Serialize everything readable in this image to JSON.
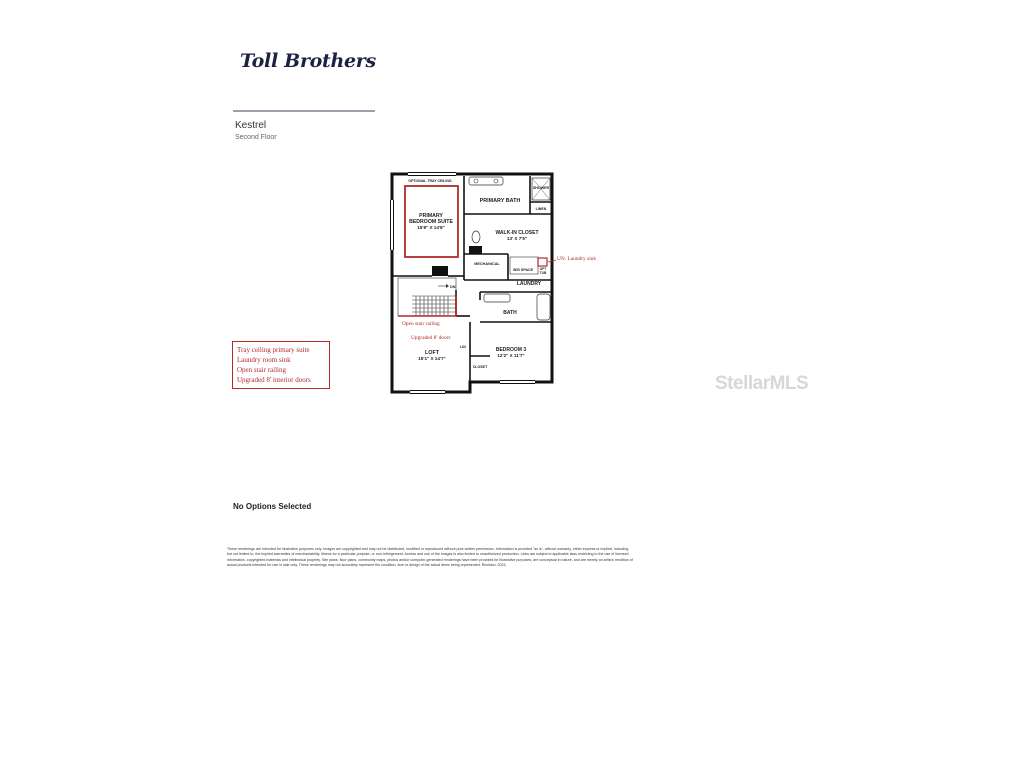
{
  "brand": {
    "name": "Toll Brothers"
  },
  "plan": {
    "name": "Kestrel",
    "floor": "Second Floor"
  },
  "upgrades": [
    "Tray ceiling primary suite",
    "Laundry room sink",
    "Open stair railing",
    "Upgraded 8' interior doors"
  ],
  "floorplan": {
    "optional_tray": "OPTIONAL TRAY CEILING",
    "primary_suite": [
      "PRIMARY",
      "BEDROOM SUITE",
      "15'8\" X 14'8\""
    ],
    "primary_bath": "PRIMARY BATH",
    "shower": "SHOWER",
    "linen": "LINEN",
    "walk_in_closet": [
      "WALK-IN CLOSET",
      "13' X 7'5\""
    ],
    "mechanical": "MECHANICAL",
    "wd_space": "W/D SPACE",
    "laundry": "LAUNDRY",
    "bath": "BATH",
    "bedroom3": [
      "BEDROOM 3",
      "12'2\" X 11'7\""
    ],
    "loft": [
      "LOFT",
      "15'1\" X 14'7\""
    ],
    "closet": "CLOSET",
    "lin": "LIN",
    "dn": "DN",
    "opt_tub": [
      "OPT",
      "TUB"
    ],
    "note_laundry_sink": "UN. Laundry sink",
    "note_open_stair": "Open stair railing",
    "note_upgraded_doors": "Upgraded 8' doors"
  },
  "options_note": "No Options Selected",
  "disclaimer": "These renderings are intended for illustrative purposes only. Images are copyrighted and may not be distributed, modified or reproduced without prior written permission. Information is provided \"as is\", without warranty, either express or implied, including, but not limited to, the implied warranties of merchantability, fitness for a particular purpose, or non-infringement. Access and use of the images is also limited to unauthorized production. Links are subject to applicable laws restricting to the use of licensed information, copyrighted materials and intellectual property. Site plans, floor plans, community maps, photos and/or computer-generated renderings have been provided for illustrative purposes, are conceptual in nature, and are merely an artist's rendition of actual products intended for use in sale only. These renderings may not accurately represent the condition, size or design of the actual items being represented. Revision: 2023.",
  "watermark": "StellarMLS",
  "colors": {
    "brand": "#1a2340",
    "markup_red": "#b22a2a",
    "wall": "#111111"
  }
}
